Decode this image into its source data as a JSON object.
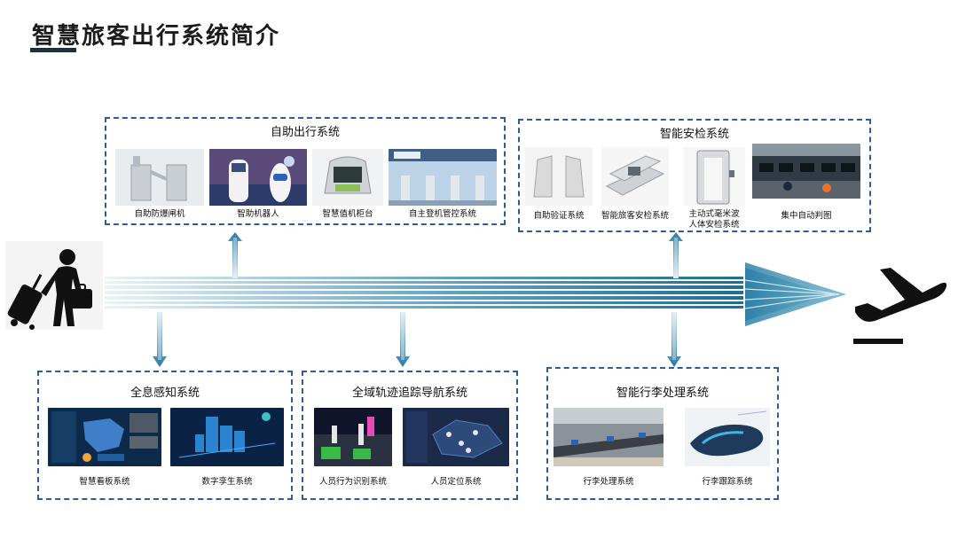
{
  "title": "智慧旅客出行系统简介",
  "colors": {
    "border": "#2c5d95",
    "arrow_dark": "#2e7aa3",
    "arrow_light": "#dfeef4"
  },
  "icons": {
    "traveler": "traveler-with-luggage-icon",
    "plane": "airplane-takeoff-icon"
  },
  "groups": {
    "self_service": {
      "title": "自助出行系统",
      "items": [
        "自助防爆闸机",
        "智助机器人",
        "智慧值机柜台",
        "自主登机管控系统"
      ]
    },
    "security": {
      "title": "智能安检系统",
      "items": [
        "自助验证系统",
        "智能旅客安检系统",
        "主动式毫米波",
        "人体安检系统",
        "集中自动判图"
      ]
    },
    "perception": {
      "title": "全息感知系统",
      "items": [
        "智慧看板系统",
        "数字孪生系统"
      ]
    },
    "tracking": {
      "title": "全域轨迹追踪导航系统",
      "items": [
        "人员行为识别系统",
        "人员定位系统"
      ]
    },
    "baggage": {
      "title": "智能行李处理系统",
      "items": [
        "行李处理系统",
        "行李跟踪系统"
      ]
    }
  }
}
